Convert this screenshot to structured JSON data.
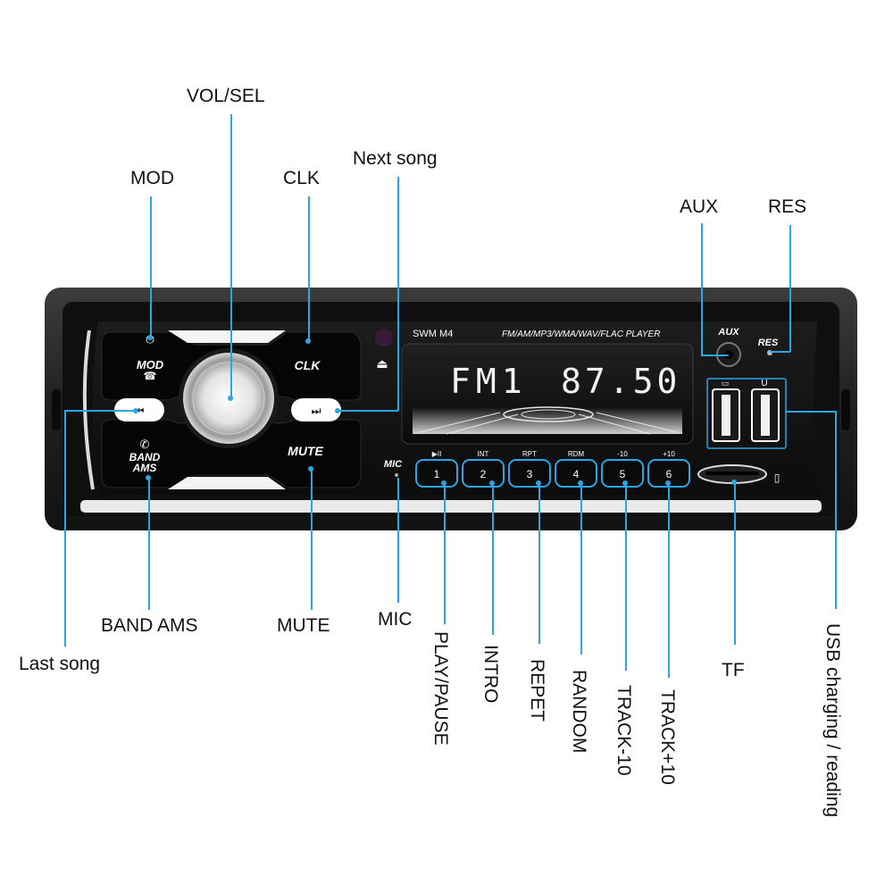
{
  "device": {
    "model": "SWM  M4",
    "formats": "FM/AM/MP3/WMA/WAV/FLAC PLAYER",
    "display": {
      "band": "FM1",
      "frequency": "87.50"
    },
    "buttons": {
      "mod": "MOD",
      "clk": "CLK",
      "band_ams_line1": "BAND",
      "band_ams_line2": "AMS",
      "mute": "MUTE",
      "prev": "⏮",
      "next": "⏭",
      "aux": "AUX",
      "res": "RES",
      "mic": "MIC",
      "usb_icon": "U"
    },
    "presets": [
      {
        "top": "▶II",
        "num": "1"
      },
      {
        "top": "INT",
        "num": "2"
      },
      {
        "top": "RPT",
        "num": "3"
      },
      {
        "top": "RDM",
        "num": "4"
      },
      {
        "top": "-10",
        "num": "5"
      },
      {
        "top": "+10",
        "num": "6"
      }
    ]
  },
  "callouts": {
    "vol_sel": "VOL/SEL",
    "mod": "MOD",
    "clk": "CLK",
    "next_song": "Next song",
    "aux": "AUX",
    "res": "RES",
    "band_ams": "BAND AMS",
    "mute": "MUTE",
    "mic": "MIC",
    "last_song": "Last song",
    "play_pause": "PLAY/PAUSE",
    "intro": "INTRO",
    "repet": "REPET",
    "random": "RANDOM",
    "track_minus_10": "TRACK-10",
    "track_plus_10": "TRACK+10",
    "tf": "TF",
    "usb": "USB charging / reading"
  },
  "colors": {
    "accent": "#2aa6e4",
    "panel": "#141414",
    "bezel": "#2b2b2b",
    "lcd_text": "#f2f2f2"
  }
}
